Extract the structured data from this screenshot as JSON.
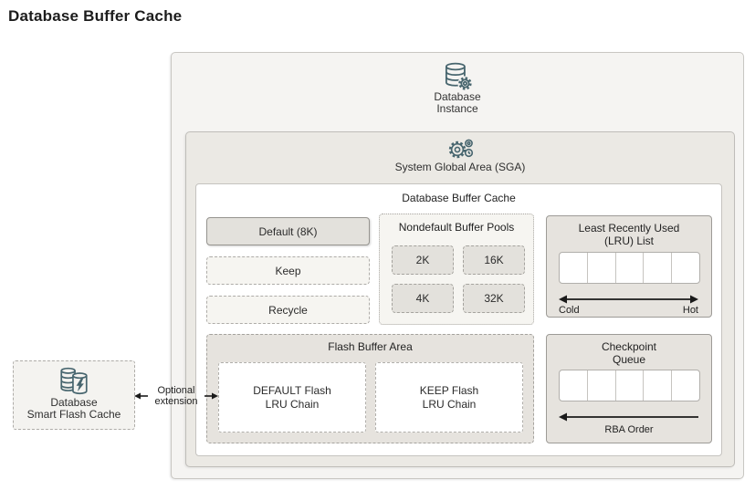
{
  "page_title": "Database Buffer Cache",
  "colors": {
    "accent": "#47656e",
    "arrow": "#1a1a1a",
    "panel_gray": "#e6e3de",
    "panel_light": "#f6f5f1",
    "sga_bg": "#ebe9e4",
    "instance_bg": "#f5f4f2"
  },
  "icons": {
    "instance": "database-gear-icon",
    "sga": "gear-clock-icon",
    "smart_flash": "database-lightning-icon"
  },
  "instance": {
    "label_line1": "Database",
    "label_line2": "Instance"
  },
  "sga": {
    "label": "System Global Area (SGA)"
  },
  "buffer_cache": {
    "title": "Database Buffer Cache",
    "pools": [
      "Default (8K)",
      "Keep",
      "Recycle"
    ],
    "nondefault": {
      "title": "Nondefault Buffer Pools",
      "pools": [
        "2K",
        "16K",
        "4K",
        "32K"
      ]
    },
    "lru": {
      "title_line1": "Least Recently Used",
      "title_line2": "(LRU) List",
      "cell_count": 5,
      "cold_label": "Cold",
      "hot_label": "Hot"
    },
    "flash_area": {
      "title": "Flash Buffer Area",
      "chains": [
        {
          "line1": "DEFAULT Flash",
          "line2": "LRU Chain"
        },
        {
          "line1": "KEEP Flash",
          "line2": "LRU Chain"
        }
      ]
    },
    "checkpoint": {
      "title_line1": "Checkpoint",
      "title_line2": "Queue",
      "cell_count": 5,
      "order_label": "RBA Order"
    }
  },
  "smart_flash": {
    "label_line1": "Database",
    "label_line2": "Smart Flash Cache"
  },
  "connector": {
    "label_line1": "Optional",
    "label_line2": "extension"
  }
}
